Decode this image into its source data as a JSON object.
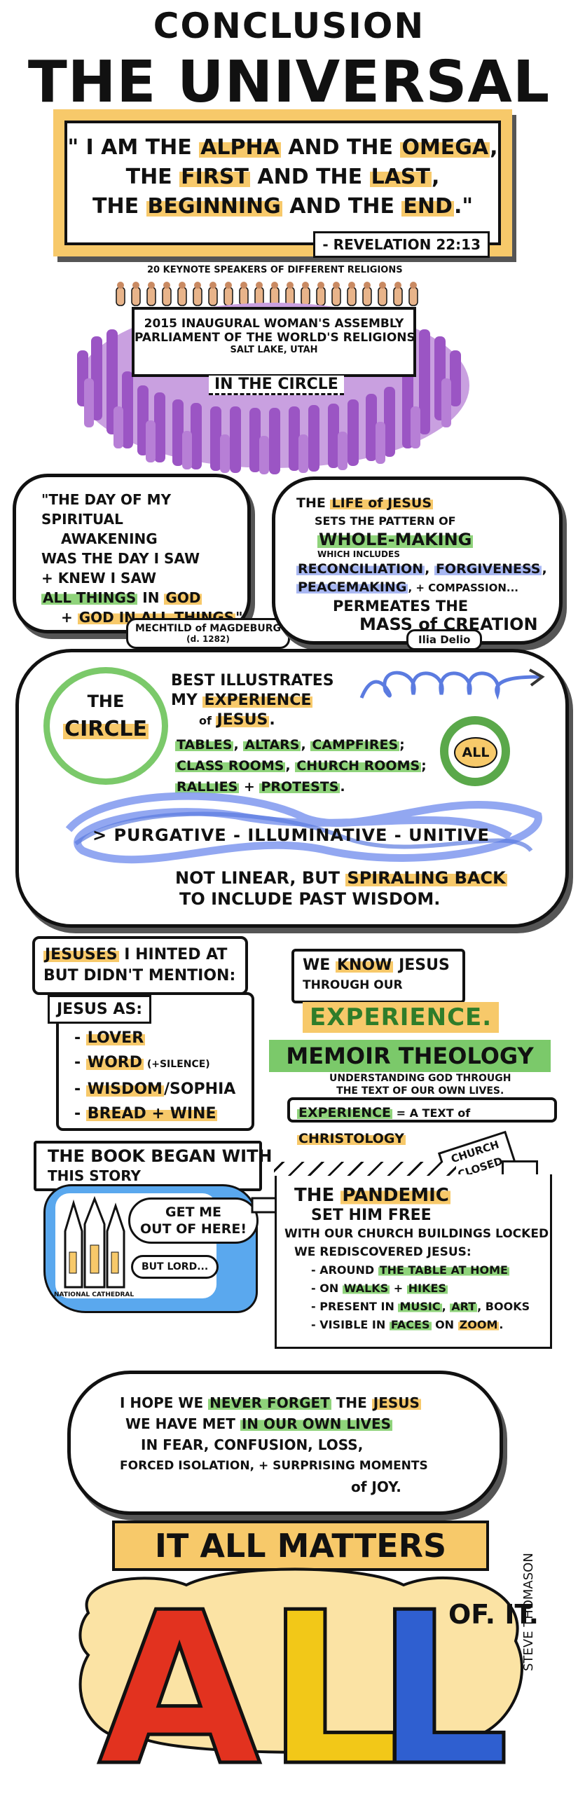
{
  "header": {
    "conclusion": "CONCLUSION",
    "title": "THE UNIVERSAL JESUS"
  },
  "quote": {
    "line1_pre": "\" I AM THE ",
    "line1_alpha": "ALPHA",
    "line1_mid": " AND THE ",
    "line1_omega": "OMEGA",
    "line1_end": ",",
    "line2_pre": "THE ",
    "line2_first": "FIRST",
    "line2_mid": " AND THE ",
    "line2_last": "LAST",
    "line2_end": ",",
    "line3_pre": "THE ",
    "line3_beginning": "BEGINNING",
    "line3_mid": " AND THE ",
    "line3_end_word": "END",
    "line3_end": ".\"",
    "citation": "- REVELATION 22:13"
  },
  "parliament": {
    "speakers_caption": "20 KEYNOTE SPEAKERS OF DIFFERENT RELIGIONS",
    "line1": "2015 INAUGURAL WOMAN'S ASSEMBLY",
    "line2": "PARLIAMENT OF THE WORLD'S RELIGIONS",
    "line3": "SALT LAKE, UTAH",
    "circle_label": "IN THE CIRCLE"
  },
  "mechtild": {
    "l1": "\"THE DAY OF MY",
    "l2": "SPIRITUAL",
    "l3": "AWAKENING",
    "l4": "WAS THE DAY I SAW",
    "l5": "+ KNEW I SAW",
    "l6a": "ALL THINGS",
    "l6b": " IN ",
    "l6c": "GOD",
    "l7a": "+ ",
    "l7b": "GOD IN ALL THINGS",
    "l7c": "\"",
    "attribution": "MECHTILD of MAGDEBURG",
    "dates": "(d. 1282)"
  },
  "delio": {
    "l1a": "THE ",
    "l1b": "LIFE of JESUS",
    "l2": "SETS THE PATTERN OF",
    "l3": "WHOLE-MAKING",
    "l4": "WHICH INCLUDES",
    "l5a": "RECONCILIATION",
    "l5b": ", ",
    "l5c": "FORGIVENESS",
    "l5d": ",",
    "l6a": "PEACEMAKING",
    "l6b": ", + COMPASSION...",
    "l7": "PERMEATES THE",
    "l8": "MASS of CREATION",
    "attribution": "Ilia Delio"
  },
  "circle_section": {
    "circle_l1": "THE",
    "circle_l2": "CIRCLE",
    "best_l1": "BEST ILLUSTRATES",
    "best_l2a": "MY ",
    "best_l2b": "EXPERIENCE",
    "best_l3a": "of ",
    "best_l3b": "JESUS",
    "best_l3c": ".",
    "places_l1a": "TABLES",
    "places_l1b": ", ",
    "places_l1c": "ALTARS",
    "places_l1d": ", ",
    "places_l1e": "CAMPFIRES",
    "places_l1f": ";",
    "places_l2a": "CLASS ROOMS",
    "places_l2b": ", ",
    "places_l2c": "CHURCH ROOMS",
    "places_l2d": ";",
    "places_l3a": "RALLIES",
    "places_l3b": " + ",
    "places_l3c": "PROTESTS",
    "places_l3d": ".",
    "ouroboros_label": "ALL",
    "stages": "> PURGATIVE - ILLUMINATIVE - UNITIVE",
    "note_l1a": "NOT LINEAR, BUT ",
    "note_l1b": "SPIRALING BACK",
    "note_l2": "TO INCLUDE PAST WISDOM."
  },
  "jesuses": {
    "l1a": "JESUSES",
    "l1b": " I HINTED AT",
    "l2": "BUT DIDN'T MENTION:",
    "heading": "JESUS AS:",
    "items": [
      {
        "dash": "- ",
        "word": "LOVER",
        "rest": ""
      },
      {
        "dash": "- ",
        "word": "WORD",
        "rest": " (+SILENCE)"
      },
      {
        "dash": "- ",
        "word": "WISDOM",
        "rest": "/SOPHIA"
      },
      {
        "dash": "- ",
        "word": "BREAD + WINE",
        "rest": ""
      }
    ]
  },
  "memoir": {
    "l1a": "WE ",
    "l1b": "KNOW",
    "l1c": " JESUS",
    "l2": "THROUGH OUR",
    "experience": "EXPERIENCE.",
    "banner": "MEMOIR THEOLOGY",
    "sub_l1": "UNDERSTANDING GOD THROUGH",
    "sub_l2": "THE TEXT OF OUR OWN LIVES.",
    "eq_a": "EXPERIENCE",
    "eq_b": " = A TEXT of ",
    "eq_c": "CHRISTOLOGY"
  },
  "book": {
    "l1": "THE BOOK BEGAN WITH",
    "l2": "THIS STORY",
    "speech1_l1": "GET ME",
    "speech1_l2": "OUT OF HERE!",
    "speech2": "BUT LORD...",
    "place": "NATIONAL CATHEDRAL"
  },
  "pandemic": {
    "sign_l1": "CHURCH",
    "sign_l2": "CLOSED",
    "l1a": "THE ",
    "l1b": "PANDEMIC",
    "l2": "SET HIM FREE",
    "l3": "WITH OUR CHURCH BUILDINGS LOCKED",
    "l4": "WE REDISCOVERED JESUS:",
    "items": [
      {
        "a": "- AROUND ",
        "b": "THE TABLE AT HOME",
        "c": "",
        "d": "",
        "e": ""
      },
      {
        "a": "- ON ",
        "b": "WALKS",
        "c": " + ",
        "d": "HIKES",
        "e": ""
      },
      {
        "a": "- PRESENT IN ",
        "b": "MUSIC",
        "c": ", ",
        "d": "ART",
        "e": ", BOOKS"
      },
      {
        "a": "- VISIBLE IN ",
        "b": "FACES",
        "c": " ON ",
        "d": "ZOOM",
        "e": "."
      }
    ]
  },
  "hope": {
    "l1a": "I HOPE WE ",
    "l1b": "NEVER FORGET",
    "l1c": " THE ",
    "l1d": "JESUS",
    "l2a": "WE HAVE MET ",
    "l2b": "IN OUR OWN LIVES",
    "l3": "IN FEAR, CONFUSION, LOSS,",
    "l4": "FORCED ISOLATION, + SURPRISING MOMENTS",
    "l5": "of JOY."
  },
  "finale": {
    "banner": "IT ALL MATTERS",
    "big_a": "A",
    "big_l1": "L",
    "big_l2": "L",
    "of_it": "OF. IT.",
    "signature": "STEVE THOMASON"
  },
  "colors": {
    "highlight_yellow": "#f7c96a",
    "highlight_green": "#8fd37b",
    "highlight_blue": "#a9b8f2",
    "crowd_purple": "#a865c9",
    "letter_red": "#e2321f",
    "letter_yellow": "#f2c818",
    "letter_blue": "#2f5fd0"
  }
}
